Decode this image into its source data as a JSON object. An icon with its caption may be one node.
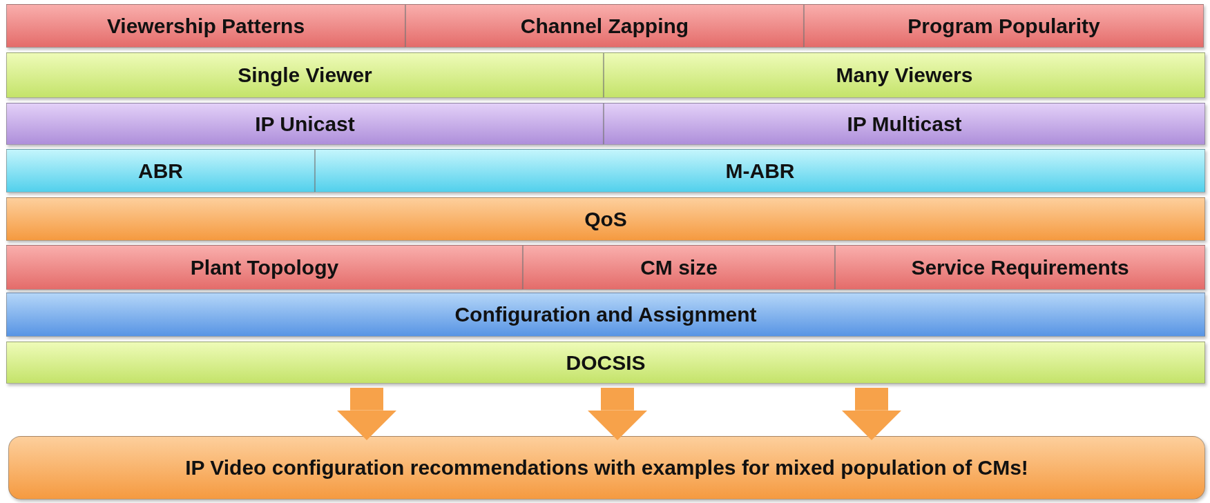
{
  "diagram": {
    "nodes": [
      {
        "text": [
          "Viewership Patterns"
        ]
      },
      {
        "text": [
          "Channel Zapping"
        ]
      },
      {
        "text": [
          "Program Popularity"
        ]
      },
      {
        "text": [
          "Single Viewer"
        ]
      },
      {
        "text": [
          "Many Viewers"
        ]
      },
      {
        "text": [
          "IP Unicast"
        ]
      },
      {
        "text": [
          "IP Multicast"
        ]
      },
      {
        "text": [
          "ABR"
        ]
      },
      {
        "text": [
          "M-ABR"
        ]
      },
      {
        "text": [
          "QoS"
        ]
      },
      {
        "text": [
          "Plant Topology"
        ]
      },
      {
        "text": [
          "CM size"
        ]
      },
      {
        "text": [
          "Service Requirements"
        ]
      },
      {
        "text": [
          "Configuration and Assignment"
        ]
      },
      {
        "text": [
          "DOCSIS"
        ]
      },
      {
        "text": [
          "IP Video configuration recommendations with examples for mixed population of CMs!"
        ]
      }
    ],
    "edges": [
      {
        "from": 14,
        "to": 15,
        "arrow": "to"
      },
      {
        "from": 14,
        "to": 15,
        "arrow": "to"
      },
      {
        "from": 14,
        "to": 15,
        "arrow": "to"
      }
    ]
  }
}
